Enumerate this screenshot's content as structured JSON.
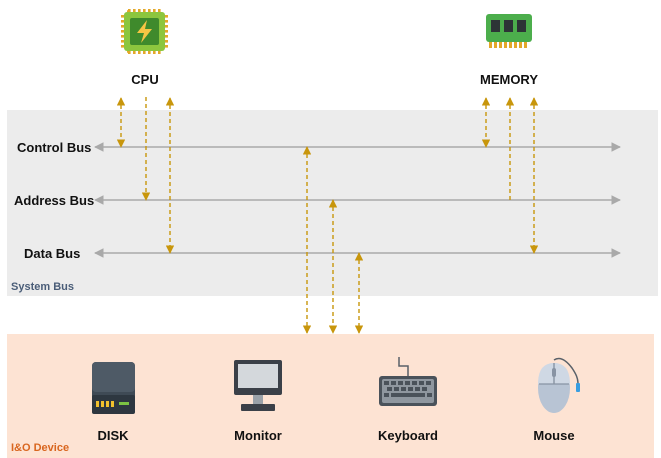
{
  "components": {
    "cpu": {
      "label": "CPU",
      "icon": "cpu-chip-icon"
    },
    "memory": {
      "label": "MEMORY",
      "icon": "memory-ram-icon"
    }
  },
  "system_bus": {
    "label": "System Bus",
    "buses": [
      {
        "label": "Control Bus"
      },
      {
        "label": "Address Bus"
      },
      {
        "label": "Data Bus"
      }
    ]
  },
  "io_device": {
    "label": "I&O Device",
    "devices": [
      {
        "label": "DISK",
        "icon": "disk-drive-icon"
      },
      {
        "label": "Monitor",
        "icon": "monitor-icon"
      },
      {
        "label": "Keyboard",
        "icon": "keyboard-icon"
      },
      {
        "label": "Mouse",
        "icon": "mouse-icon"
      }
    ]
  },
  "colors": {
    "bus_panel": "#ececec",
    "io_panel": "#fde3d3",
    "bus_line": "#a9a9a9",
    "connector": "#c8960c",
    "system_bus_label": "#4a5d78",
    "io_label": "#d9661f"
  }
}
